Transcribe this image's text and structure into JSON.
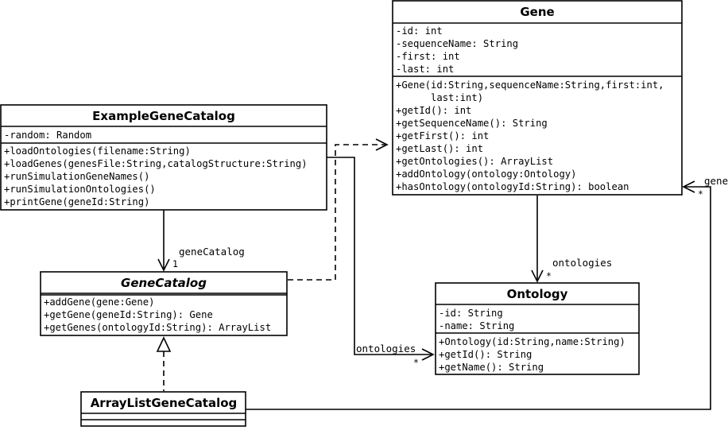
{
  "classes": {
    "gene": {
      "name": "Gene",
      "attributes": [
        "-id: int",
        "-sequenceName: String",
        "-first: int",
        "-last: int"
      ],
      "methods": [
        "+Gene(id:String,sequenceName:String,first:int,",
        "      last:int)",
        "+getId(): int",
        "+getSequenceName(): String",
        "+getFirst(): int",
        "+getLast(): int",
        "+getOntologies(): ArrayList",
        "+addOntology(ontology:Ontology)",
        "+hasOntology(ontologyId:String): boolean"
      ]
    },
    "example_gene_catalog": {
      "name": "ExampleGeneCatalog",
      "attributes": [
        "-random: Random"
      ],
      "methods": [
        "+loadOntologies(filename:String)",
        "+loadGenes(genesFile:String,catalogStructure:String)",
        "+runSimulationGeneNames()",
        "+runSimulationOntologies()",
        "+printGene(geneId:String)"
      ]
    },
    "gene_catalog": {
      "name": "GeneCatalog",
      "attributes": [],
      "methods": [
        "+addGene(gene:Gene)",
        "+getGene(geneId:String): Gene",
        "+getGenes(ontologyId:String): ArrayList"
      ]
    },
    "ontology": {
      "name": "Ontology",
      "attributes": [
        "-id: String",
        "-name: String"
      ],
      "methods": [
        "+Ontology(id:String,name:String)",
        "+getId(): String",
        "+getName(): String"
      ]
    },
    "array_list_gene_catalog": {
      "name": "ArrayListGeneCatalog",
      "attributes": [],
      "methods": []
    }
  },
  "relations": {
    "gene_catalog_assoc": {
      "role": "geneCatalog",
      "multiplicity": "1"
    },
    "gene_ontologies_assoc": {
      "role": "ontologies",
      "multiplicity": "*"
    },
    "catalog_ontologies_assoc": {
      "role": "ontologies",
      "multiplicity": "*"
    },
    "catalog_genes_assoc": {
      "role": "genes",
      "multiplicity": "*"
    }
  }
}
